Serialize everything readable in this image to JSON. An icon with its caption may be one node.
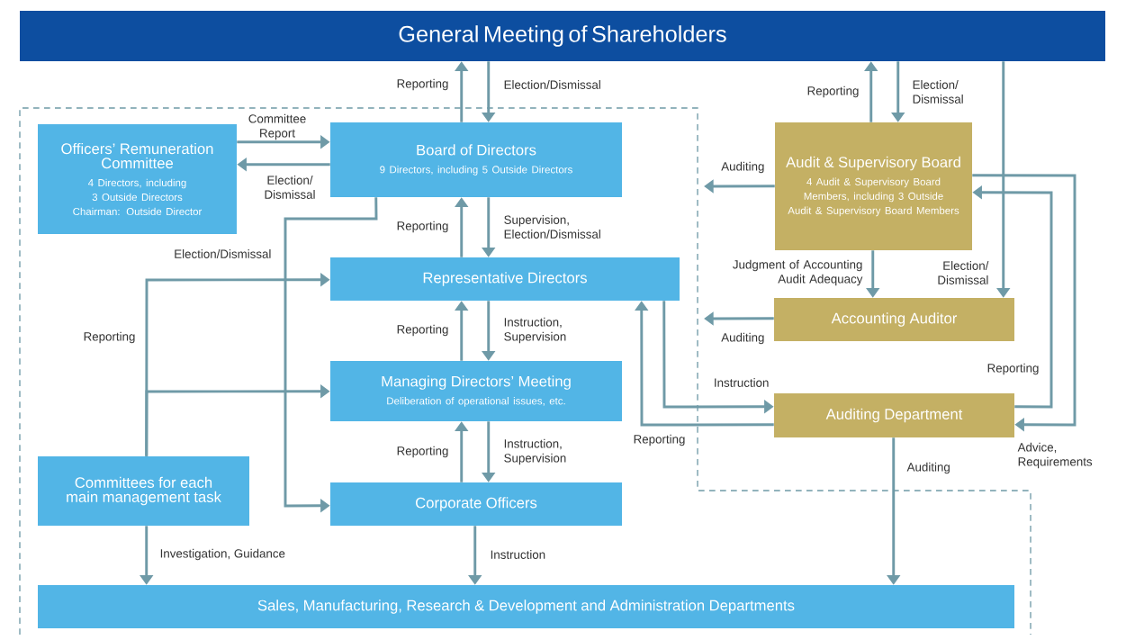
{
  "diagram": {
    "nodes": [
      {
        "text": [
          "General Meeting of Shareholders"
        ]
      },
      {
        "text": [
          "Officers’ Remuneration Committee",
          "4 Directors, including 3 Outside Directors",
          "Chairman: Outside Director"
        ]
      },
      {
        "text": [
          "Board of Directors",
          "9 Directors, including 5 Outside Directors"
        ]
      },
      {
        "text": [
          "Audit & Supervisory Board",
          "4 Audit & Supervisory Board Members, including 3 Outside Audit & Supervisory Board Members"
        ]
      },
      {
        "text": [
          "Representative Directors"
        ]
      },
      {
        "text": [
          "Accounting Auditor"
        ]
      },
      {
        "text": [
          "Managing Directors’ Meeting",
          "Deliberation of operational issues, etc."
        ]
      },
      {
        "text": [
          "Auditing Department"
        ]
      },
      {
        "text": [
          "Committees for each main management task"
        ]
      },
      {
        "text": [
          "Corporate Officers"
        ]
      },
      {
        "text": [
          "Sales, Manufacturing, Research & Development and Administration Departments"
        ]
      }
    ],
    "edges": [
      {
        "from": 2,
        "to": 0,
        "arrow": "to",
        "label": "Reporting"
      },
      {
        "from": 0,
        "to": 2,
        "arrow": "to",
        "label": "Election/Dismissal"
      },
      {
        "from": 1,
        "to": 2,
        "arrow": "to",
        "label": "Committee Report"
      },
      {
        "from": 2,
        "to": 1,
        "arrow": "to",
        "label": "Election/ Dismissal"
      },
      {
        "from": 4,
        "to": 2,
        "arrow": "to",
        "label": "Reporting"
      },
      {
        "from": 2,
        "to": 4,
        "arrow": "to",
        "label": "Supervision, Election/Dismissal"
      },
      {
        "from": 6,
        "to": 4,
        "arrow": "to",
        "label": "Reporting"
      },
      {
        "from": 4,
        "to": 6,
        "arrow": "to",
        "label": "Instruction, Supervision"
      },
      {
        "from": 9,
        "to": 6,
        "arrow": "to",
        "label": "Reporting"
      },
      {
        "from": 6,
        "to": 9,
        "arrow": "to",
        "label": "Instruction, Supervision"
      },
      {
        "from": 9,
        "to": 10,
        "arrow": "to",
        "label": "Instruction"
      },
      {
        "from": 8,
        "to": 4,
        "arrow": "to",
        "label": "Reporting"
      },
      {
        "from": 8,
        "to": 6,
        "arrow": "to"
      },
      {
        "from": 8,
        "to": 10,
        "arrow": "to",
        "label": "Investigation, Guidance"
      },
      {
        "from": 2,
        "to": 9,
        "arrow": "to",
        "label": "Election/Dismissal"
      },
      {
        "from": 3,
        "to": 0,
        "arrow": "to",
        "label": "Reporting"
      },
      {
        "from": 0,
        "to": 3,
        "arrow": "to",
        "label": "Election/ Dismissal"
      },
      {
        "from": 3,
        "to": null,
        "arrow": "to",
        "label": "Auditing"
      },
      {
        "from": 3,
        "to": 5,
        "arrow": "to",
        "label": "Judgment of Accounting Audit Adequacy"
      },
      {
        "from": 0,
        "to": 5,
        "arrow": "to",
        "label": "Election/ Dismissal"
      },
      {
        "from": 5,
        "to": null,
        "arrow": "to",
        "label": "Auditing"
      },
      {
        "from": 4,
        "to": 7,
        "arrow": "to",
        "label": "Instruction"
      },
      {
        "from": 7,
        "to": 4,
        "arrow": "to",
        "label": "Reporting"
      },
      {
        "from": 7,
        "to": 3,
        "arrow": "to",
        "label": "Reporting"
      },
      {
        "from": 3,
        "to": 7,
        "arrow": "to",
        "label": "Advice, Requirements"
      },
      {
        "from": 7,
        "to": 10,
        "arrow": "to",
        "label": "Auditing"
      }
    ]
  }
}
